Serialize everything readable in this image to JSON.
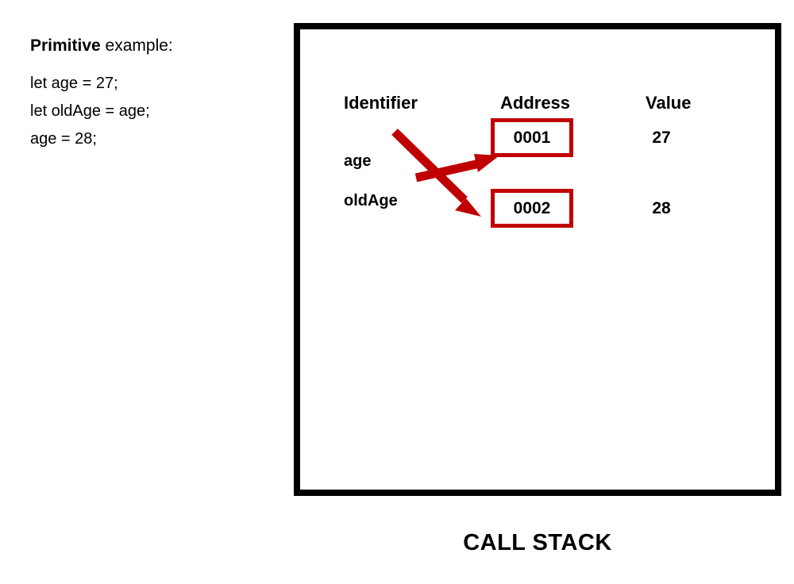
{
  "colors": {
    "accent_red": "#C00000",
    "border_black": "#000000",
    "background": "#FFFFFF",
    "text": "#000000"
  },
  "left_panel": {
    "heading_strong": "Primitive",
    "heading_rest": " example:",
    "code_lines": [
      "let age = 27;",
      "let oldAge = age;",
      "age = 28;"
    ]
  },
  "call_stack": {
    "caption": "CALL STACK",
    "columns": [
      "Identifier",
      "Address",
      "Value"
    ],
    "rows": [
      {
        "identifier": "age",
        "address": "0001",
        "value": "27"
      },
      {
        "identifier": "oldAge",
        "address": "0002",
        "value": "28"
      }
    ],
    "arrows": [
      {
        "name": "age-to-0002",
        "from_label": "age",
        "to_address": "0002",
        "color": "#C00000"
      },
      {
        "name": "oldage-to-0001",
        "from_label": "oldAge",
        "to_address": "0001",
        "color": "#C00000"
      }
    ]
  }
}
